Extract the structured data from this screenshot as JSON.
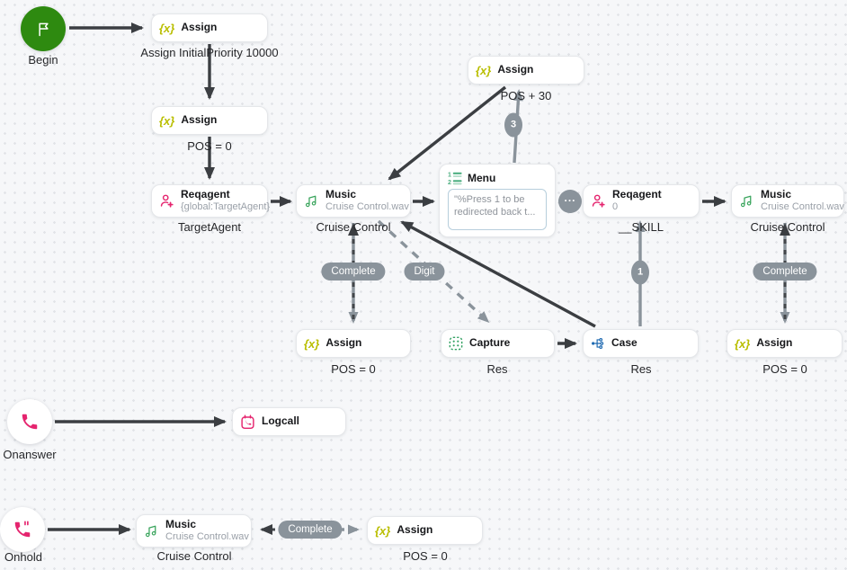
{
  "colors": {
    "begin_green": "#2e8a10",
    "accent_pink": "#e5246e",
    "assign_yellow": "#b9be00",
    "music_green": "#3aa55d",
    "case_blue": "#1c68b0",
    "capture_green": "#34a264",
    "menu_green": "#4faf82",
    "edge_dark": "#3b3e42",
    "edge_gray": "#8a939b"
  },
  "icons": {
    "assign_glyph": "{x}"
  },
  "badges": {
    "complete": "Complete",
    "digit": "Digit",
    "three": "3",
    "one": "1",
    "dots": "..."
  },
  "nodes": {
    "begin": {
      "label": "Begin"
    },
    "assign1": {
      "title": "Assign",
      "caption": "Assign InitialPriority 10000"
    },
    "assign2": {
      "title": "Assign",
      "caption": "POS = 0"
    },
    "reqagent1": {
      "title": "Reqagent",
      "subtitle": "{global:TargetAgent}",
      "caption": "TargetAgent"
    },
    "music1": {
      "title": "Music",
      "subtitle": "Cruise Control.wav",
      "caption": "Cruise Control"
    },
    "menu": {
      "title": "Menu",
      "prompt": "\"%Press 1 to be redirected back t..."
    },
    "assign3": {
      "title": "Assign",
      "caption": "POS + 30"
    },
    "reqagent2": {
      "title": "Reqagent",
      "subtitle": "0",
      "caption": "__SKILL"
    },
    "music2": {
      "title": "Music",
      "subtitle": "Cruise Control.wav",
      "caption": "Cruise Control"
    },
    "assign4": {
      "title": "Assign",
      "caption": "POS = 0"
    },
    "capture": {
      "title": "Capture",
      "caption": "Res"
    },
    "case": {
      "title": "Case",
      "caption": "Res"
    },
    "assign5": {
      "title": "Assign",
      "caption": "POS = 0"
    },
    "onanswer": {
      "label": "Onanswer"
    },
    "logcall": {
      "title": "Logcall"
    },
    "onhold": {
      "label": "Onhold"
    },
    "music3": {
      "title": "Music",
      "subtitle": "Cruise Control.wav",
      "caption": "Cruise Control"
    },
    "assign6": {
      "title": "Assign",
      "caption": "POS = 0"
    }
  }
}
